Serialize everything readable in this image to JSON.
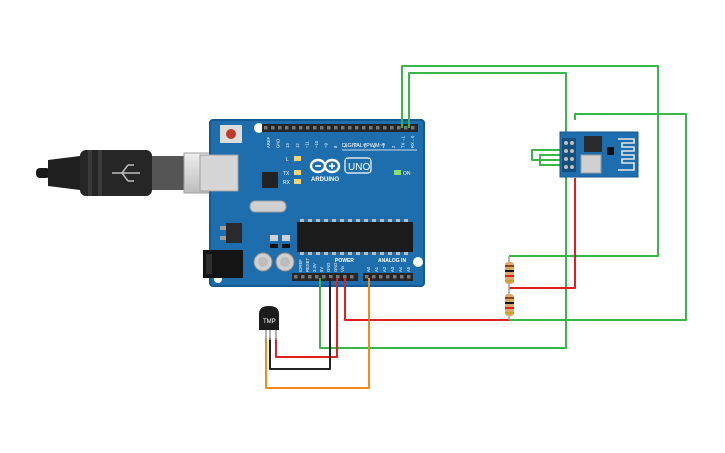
{
  "board": {
    "brand": "ARDUINO",
    "model": "UNO",
    "digital_label": "DIGITAL (PWM~)",
    "power_label": "POWER",
    "analog_label": "ANALOG IN",
    "on_label": "ON",
    "led_l": "L",
    "led_tx": "TX",
    "led_rx": "RX",
    "digital_pins": [
      "AREF",
      "GND",
      "13",
      "12",
      "~11",
      "~10",
      "~9",
      "8",
      "7",
      "~6",
      "~5",
      "4",
      "~3",
      "2",
      "TX→1",
      "RX←0"
    ],
    "power_pins": [
      "IOREF",
      "RESET",
      "3.3V",
      "5V",
      "GND",
      "GND",
      "Vin"
    ],
    "analog_pins": [
      "A0",
      "A1",
      "A2",
      "A3",
      "A4",
      "A5"
    ]
  },
  "sensor": {
    "label": "TMP"
  },
  "components": {
    "usb_cable": "usb-cable",
    "wifi_module": "esp8266-wifi-module",
    "resistors": 2
  },
  "wire_colors": {
    "green": "#3ab54a",
    "red": "#e02020",
    "black": "#222222",
    "orange": "#f08c1c"
  }
}
